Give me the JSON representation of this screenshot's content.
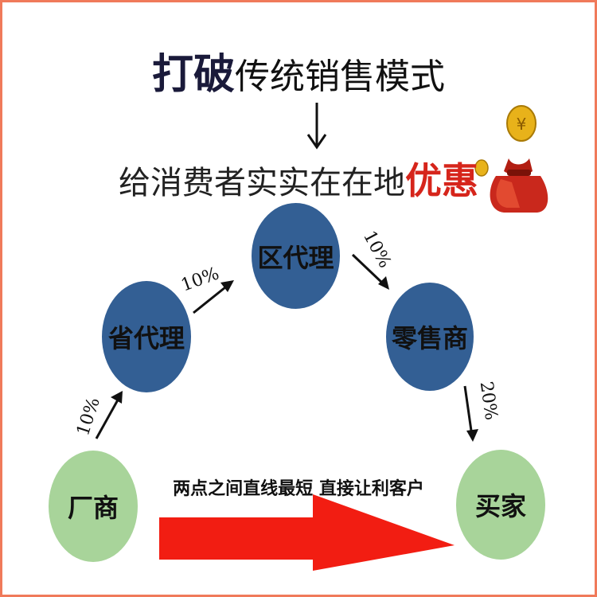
{
  "title": {
    "strong": "打破",
    "rest": "传统销售模式"
  },
  "subtitle": {
    "main": "给消费者实实在在地",
    "accent": "优惠"
  },
  "nodes": {
    "manufacturer": "厂商",
    "provincial_agent": "省代理",
    "district_agent": "区代理",
    "retailer": "零售商",
    "buyer": "买家"
  },
  "percentages": {
    "manufacturer_to_provincial": "10%",
    "provincial_to_district": "10%",
    "district_to_retailer": "10%",
    "retailer_to_buyer": "20%"
  },
  "slogan": "两点之间直线最短  直接让利客户",
  "colors": {
    "agent_node": "#335f94",
    "end_node": "#a8d49a",
    "big_arrow": "#f21d12",
    "accent_text": "#d6251b",
    "frame": "#f07a5a"
  },
  "icons": [
    "coin-icon",
    "money-bag-icon",
    "down-arrow-icon"
  ]
}
